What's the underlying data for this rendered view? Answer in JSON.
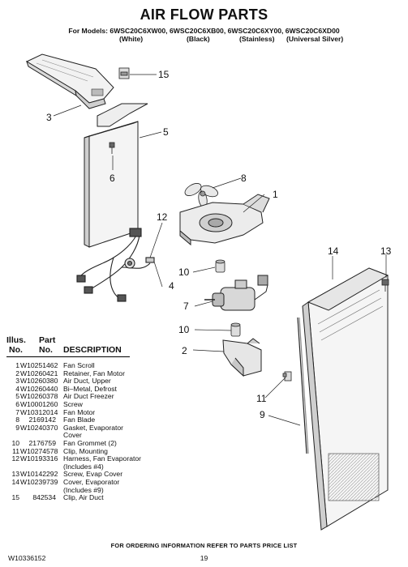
{
  "title": "AIR FLOW PARTS",
  "models_line": "For Models: 6WSC20C6XW00, 6WSC20C6XB00, 6WSC20C6XY00, 6WSC20C6XD00",
  "model_colors": [
    "(White)",
    "(Black)",
    "(Stainless)",
    "(Universal Silver)"
  ],
  "callouts": [
    "1",
    "2",
    "3",
    "4",
    "5",
    "6",
    "7",
    "8",
    "9",
    "10",
    "10",
    "11",
    "12",
    "13",
    "14",
    "15"
  ],
  "table": {
    "headers": {
      "illus": "Illus.",
      "no1": "No.",
      "part": "Part",
      "no2": "No.",
      "description": "DESCRIPTION"
    },
    "rows": [
      {
        "illus": "1",
        "part": "W10251462",
        "desc": "Fan Scroll"
      },
      {
        "illus": "2",
        "part": "W10260421",
        "desc": "Retainer, Fan Motor"
      },
      {
        "illus": "3",
        "part": "W10260380",
        "desc": "Air Duct, Upper"
      },
      {
        "illus": "4",
        "part": "W10260440",
        "desc": "Bi–Metal, Defrost"
      },
      {
        "illus": "5",
        "part": "W10260378",
        "desc": "Air Duct Freezer"
      },
      {
        "illus": "6",
        "part": "W10001260",
        "desc": "Screw"
      },
      {
        "illus": "7",
        "part": "W10312014",
        "desc": "Fan Motor"
      },
      {
        "illus": "8",
        "part": "2169142",
        "desc": "Fan Blade"
      },
      {
        "illus": "9",
        "part": "W10240370",
        "desc": "Gasket, Evaporator Cover"
      },
      {
        "illus": "10",
        "part": "2176759",
        "desc": "Fan Grommet (2)"
      },
      {
        "illus": "11",
        "part": "W10274578",
        "desc": "Clip, Mounting"
      },
      {
        "illus": "12",
        "part": "W10193316",
        "desc": "Harness, Fan Evaporator (Includes #4)"
      },
      {
        "illus": "13",
        "part": "W10142292",
        "desc": "Screw, Evap Cover"
      },
      {
        "illus": "14",
        "part": "W10239739",
        "desc": "Cover, Evaporator (Includes #9)"
      },
      {
        "illus": "15",
        "part": "842534",
        "desc": "Clip, Air Duct"
      }
    ]
  },
  "footer": "FOR ORDERING INFORMATION REFER TO PARTS PRICE LIST",
  "doc_number": "W10336152",
  "page_number": "19"
}
